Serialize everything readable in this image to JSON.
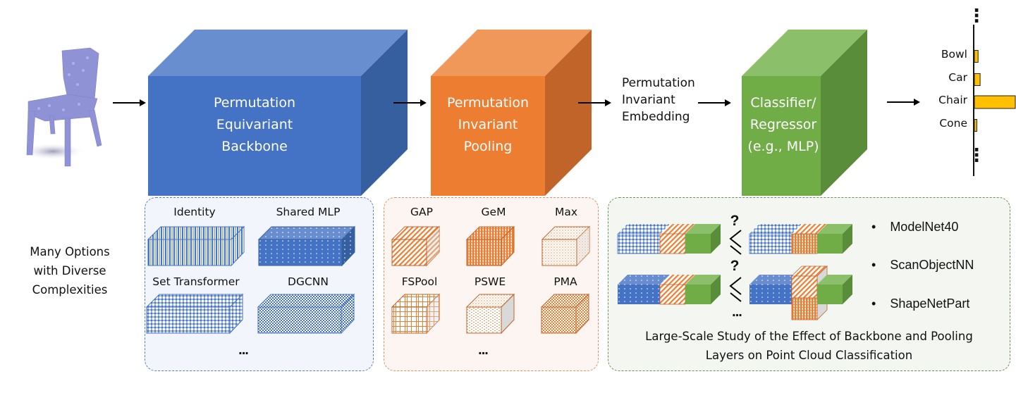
{
  "figure": {
    "input": {
      "label": "point-cloud-chair",
      "color": "#8f93d6"
    },
    "blocks": {
      "backbone": {
        "lines": [
          "Permutation",
          "Equivariant",
          "Backbone"
        ],
        "color": "#4472c4"
      },
      "pooling": {
        "lines": [
          "Permutation",
          "Invariant",
          "Pooling"
        ],
        "color": "#ed7d31"
      },
      "embedding": {
        "lines": [
          "Permutation",
          "Invariant",
          "Embedding"
        ]
      },
      "classifier": {
        "lines": [
          "Classifier/",
          "Regressor",
          "(e.g., MLP)"
        ],
        "color": "#70ad47"
      }
    },
    "output_chart": {
      "type": "bar",
      "categories": [
        "Bowl",
        "Car",
        "Chair",
        "Cone"
      ],
      "values": [
        0.09,
        0.14,
        1.0,
        0.06
      ],
      "ellipsis_top": "⋮",
      "ellipsis_bottom": "⋮",
      "bar_color": "#ffc000"
    },
    "side_note": {
      "lines": [
        "Many Options",
        "with Diverse",
        "Complexities"
      ]
    },
    "backbone_options": {
      "items": [
        "Identity",
        "Shared MLP",
        "Set Transformer",
        "DGCNN"
      ],
      "more": "..."
    },
    "pooling_options": {
      "items": [
        "GAP",
        "GeM",
        "Max",
        "FSPool",
        "PSWE",
        "PMA"
      ],
      "more": "..."
    },
    "study": {
      "comparison_symbol": "?",
      "more": "...",
      "datasets": [
        "ModelNet40",
        "ScanObjectNN",
        "ShapeNetPart"
      ],
      "caption_lines": [
        "Large-Scale Study of the Effect of Backbone and Pooling",
        "Layers on Point Cloud Classification"
      ]
    },
    "colors": {
      "blue": "#4472c4",
      "blue_top": "#698ed0",
      "blue_side": "#365f9f",
      "orange": "#ed7d31",
      "orange_top": "#f0975a",
      "orange_side": "#c0642a",
      "green": "#70ad47",
      "green_top": "#8cbf6a",
      "green_side": "#5a8d39",
      "panel_blue_bg": "#f2f5fb",
      "panel_orange_bg": "#fdf5f1",
      "panel_green_bg": "#f4f6f1"
    }
  }
}
